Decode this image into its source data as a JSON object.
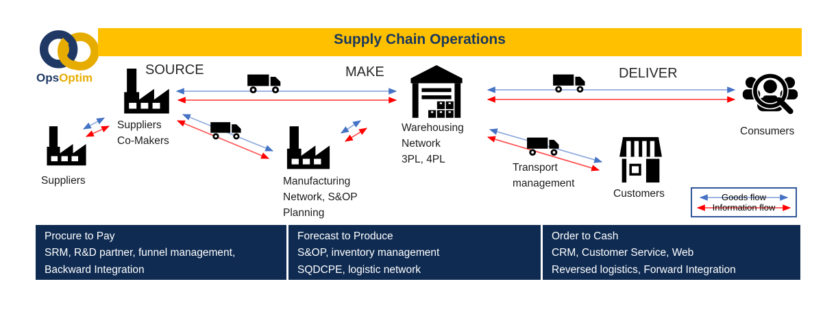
{
  "logo": {
    "ops": "Ops",
    "optim": "Optim"
  },
  "header": {
    "title": "Supply Chain Operations"
  },
  "stages": {
    "source": "SOURCE",
    "make": "MAKE",
    "deliver": "DELIVER"
  },
  "nodes": {
    "suppliers": {
      "lines": [
        "Suppliers"
      ]
    },
    "co_makers": {
      "lines": [
        "Suppliers",
        "Co-Makers"
      ]
    },
    "manufacturing": {
      "lines": [
        "Manufacturing",
        "Network, S&OP",
        "Planning"
      ]
    },
    "warehousing": {
      "lines": [
        "Warehousing",
        "Network",
        "3PL, 4PL"
      ]
    },
    "transport": {
      "lines": [
        "Transport",
        "management"
      ]
    },
    "customers": {
      "lines": [
        "Customers"
      ]
    },
    "consumers": {
      "lines": [
        "Consumers"
      ]
    }
  },
  "legend": {
    "goods_label": "Goods flow",
    "information_label": "Information flow"
  },
  "bands": [
    {
      "lines": [
        "Procure to Pay",
        "SRM, R&D partner, funnel management,",
        "Backward Integration"
      ]
    },
    {
      "lines": [
        "Forecast to Produce",
        "S&OP, inventory management",
        "SQDCPE, logistic network"
      ]
    },
    {
      "lines": [
        "Order to Cash",
        "CRM, Customer Service, Web",
        "Reversed logistics, Forward Integration"
      ]
    }
  ],
  "colors": {
    "header_bg": "#FFC000",
    "header_text": "#17375E",
    "band_bg": "#0F2B52",
    "goods_flow_line": "#8FAADC",
    "goods_flow_head": "#4472C4",
    "information_flow_line": "#FF5050",
    "information_flow_head": "#FF0000",
    "legend_border": "#2F5597",
    "logo_navy": "#1F3864",
    "logo_gold": "#E7AC00",
    "icon_black": "#000000"
  }
}
